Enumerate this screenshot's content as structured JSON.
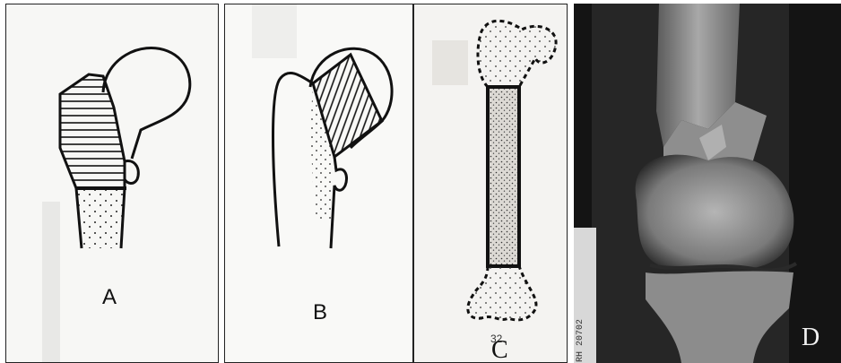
{
  "panels": {
    "a": {
      "label": "A"
    },
    "b": {
      "label": "B"
    },
    "c": {
      "label": "C",
      "overlay_number": "32"
    },
    "d": {
      "label": "D",
      "film_marking": "RH 20702"
    }
  }
}
